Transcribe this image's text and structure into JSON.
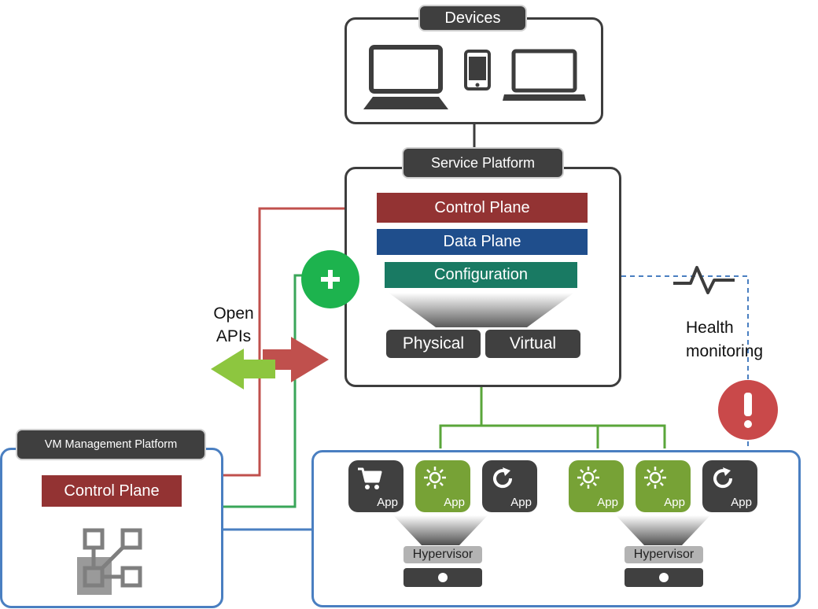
{
  "devices": {
    "title": "Devices"
  },
  "service_platform": {
    "title": "Service Platform",
    "control_plane": "Control Plane",
    "data_plane": "Data Plane",
    "configuration": "Configuration",
    "physical": "Physical",
    "virtual": "Virtual"
  },
  "open_apis": {
    "line1": "Open",
    "line2": "APIs"
  },
  "health": {
    "line1": "Health",
    "line2": "monitoring"
  },
  "vm_mgmt": {
    "title": "VM Management Platform",
    "control_plane": "Control Plane"
  },
  "apps": {
    "label": "App",
    "group1": [
      "cart-icon",
      "sun-icon",
      "refresh-icon"
    ],
    "group2": [
      "sun-icon",
      "sun-icon",
      "refresh-icon"
    ]
  },
  "hypervisor": "Hypervisor",
  "colors": {
    "control_plane": "#933333",
    "data_plane": "#1f4e8c",
    "configuration": "#197a63",
    "green_line": "#5aa63a",
    "red_line": "#c0504d",
    "blue_line": "#4a7fc1",
    "alert": "#c9494a"
  }
}
